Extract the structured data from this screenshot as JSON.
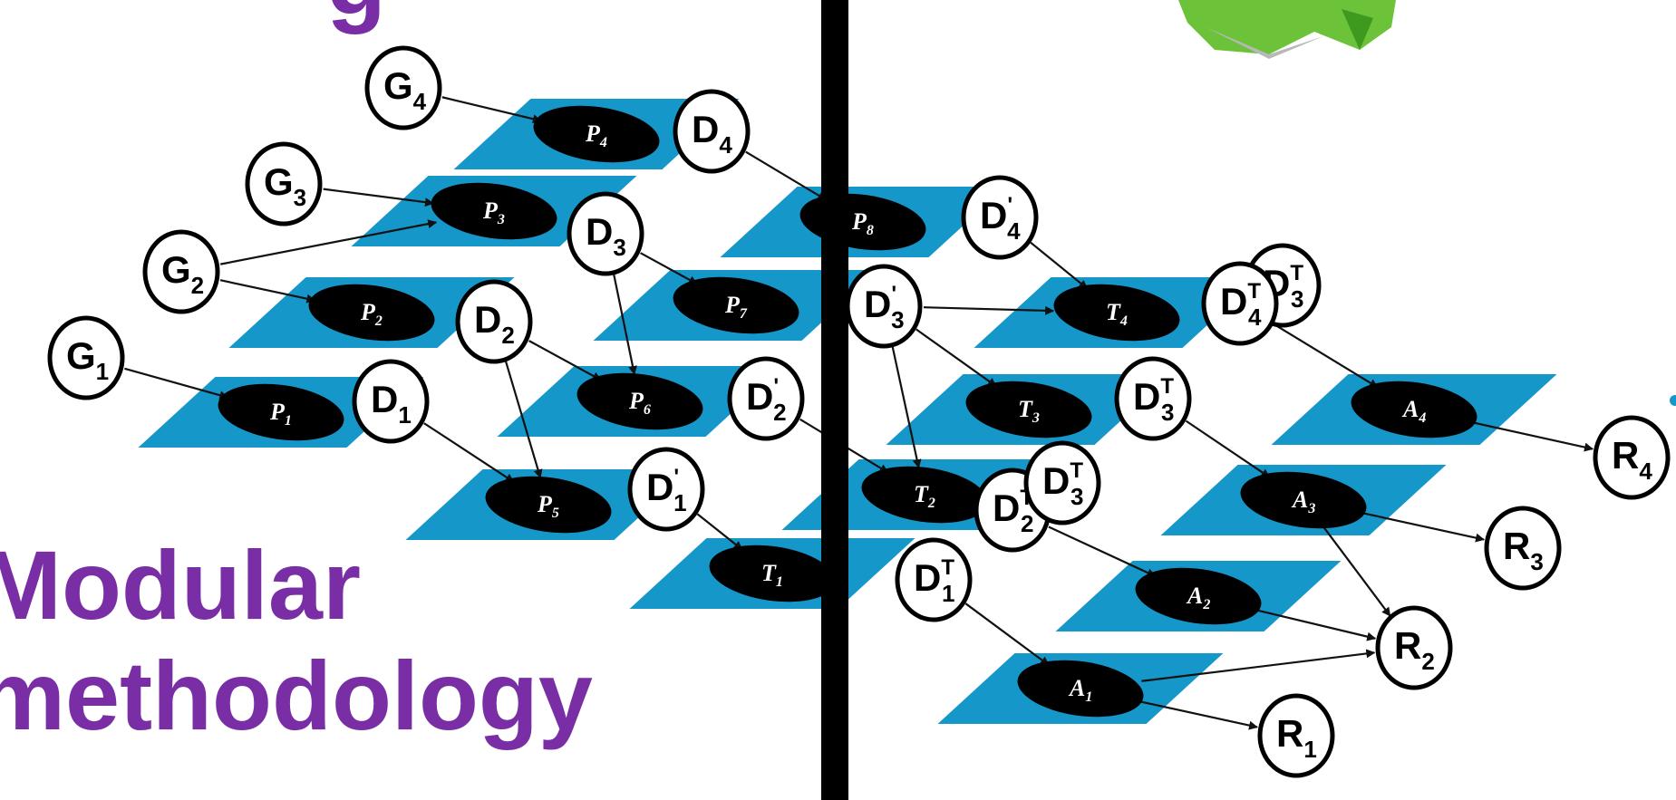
{
  "heading": {
    "top_fragment": "g",
    "line1": "Modular",
    "line2": "methodology"
  },
  "colors": {
    "tile": "#1597c9",
    "heading": "#7a2ea6",
    "divider": "#000000",
    "green_graphic": "#6cc33a"
  },
  "diagram": {
    "processes": [
      {
        "id": "P1",
        "letter": "P",
        "sub": "1"
      },
      {
        "id": "P2",
        "letter": "P",
        "sub": "2"
      },
      {
        "id": "P3",
        "letter": "P",
        "sub": "3"
      },
      {
        "id": "P4",
        "letter": "P",
        "sub": "4"
      },
      {
        "id": "P5",
        "letter": "P",
        "sub": "5"
      },
      {
        "id": "P6",
        "letter": "P",
        "sub": "6"
      },
      {
        "id": "P7",
        "letter": "P",
        "sub": "7"
      },
      {
        "id": "P8",
        "letter": "P",
        "sub": "8"
      },
      {
        "id": "T1",
        "letter": "T",
        "sub": "1"
      },
      {
        "id": "T2",
        "letter": "T",
        "sub": "2"
      },
      {
        "id": "T3",
        "letter": "T",
        "sub": "3"
      },
      {
        "id": "T4",
        "letter": "T",
        "sub": "4"
      },
      {
        "id": "A1",
        "letter": "A",
        "sub": "1"
      },
      {
        "id": "A2",
        "letter": "A",
        "sub": "2"
      },
      {
        "id": "A3",
        "letter": "A",
        "sub": "3"
      },
      {
        "id": "A4",
        "letter": "A",
        "sub": "4"
      }
    ],
    "nodes": [
      {
        "id": "G1",
        "letter": "G",
        "sub": "1",
        "sup": ""
      },
      {
        "id": "G2",
        "letter": "G",
        "sub": "2",
        "sup": ""
      },
      {
        "id": "G3",
        "letter": "G",
        "sub": "3",
        "sup": ""
      },
      {
        "id": "G4",
        "letter": "G",
        "sub": "4",
        "sup": ""
      },
      {
        "id": "D1",
        "letter": "D",
        "sub": "1",
        "sup": ""
      },
      {
        "id": "D2",
        "letter": "D",
        "sub": "2",
        "sup": ""
      },
      {
        "id": "D3",
        "letter": "D",
        "sub": "3",
        "sup": ""
      },
      {
        "id": "D4",
        "letter": "D",
        "sub": "4",
        "sup": ""
      },
      {
        "id": "D1p",
        "letter": "D",
        "sub": "1",
        "sup": "'"
      },
      {
        "id": "D2p",
        "letter": "D",
        "sub": "2",
        "sup": "'"
      },
      {
        "id": "D3p",
        "letter": "D",
        "sub": "3",
        "sup": "'"
      },
      {
        "id": "D4p",
        "letter": "D",
        "sub": "4",
        "sup": "'"
      },
      {
        "id": "D3Tb",
        "letter": "D",
        "sub": "3",
        "sup": "T"
      },
      {
        "id": "D1T",
        "letter": "D",
        "sub": "1",
        "sup": "T"
      },
      {
        "id": "D2T",
        "letter": "D",
        "sub": "2",
        "sup": "T"
      },
      {
        "id": "D3T",
        "letter": "D",
        "sub": "3",
        "sup": "T"
      },
      {
        "id": "D3Tc",
        "letter": "D",
        "sub": "3",
        "sup": "T"
      },
      {
        "id": "D4T",
        "letter": "D",
        "sub": "4",
        "sup": "T"
      },
      {
        "id": "R1",
        "letter": "R",
        "sub": "1",
        "sup": ""
      },
      {
        "id": "R2",
        "letter": "R",
        "sub": "2",
        "sup": ""
      },
      {
        "id": "R3",
        "letter": "R",
        "sub": "3",
        "sup": ""
      },
      {
        "id": "R4",
        "letter": "R",
        "sub": "4",
        "sup": ""
      }
    ],
    "edges": [
      [
        "G1",
        "P1"
      ],
      [
        "G2",
        "P2"
      ],
      [
        "G2",
        "P3"
      ],
      [
        "G3",
        "P3"
      ],
      [
        "G4",
        "P4"
      ],
      [
        "D1",
        "P5"
      ],
      [
        "D2",
        "P5"
      ],
      [
        "D2",
        "P6"
      ],
      [
        "D3",
        "P6"
      ],
      [
        "D3",
        "P7"
      ],
      [
        "D4",
        "P8"
      ],
      [
        "D1p",
        "T1"
      ],
      [
        "D2p",
        "T2"
      ],
      [
        "D3p",
        "T2"
      ],
      [
        "D3p",
        "T3"
      ],
      [
        "D3p",
        "T4"
      ],
      [
        "D4p",
        "T4"
      ],
      [
        "D1T",
        "A1"
      ],
      [
        "D2T",
        "A2"
      ],
      [
        "D3T",
        "A3"
      ],
      [
        "D4T",
        "A4"
      ],
      [
        "A1",
        "R1"
      ],
      [
        "A1",
        "R2"
      ],
      [
        "A2",
        "R2"
      ],
      [
        "A3",
        "R2"
      ],
      [
        "A3",
        "R3"
      ],
      [
        "A4",
        "R4"
      ]
    ]
  }
}
